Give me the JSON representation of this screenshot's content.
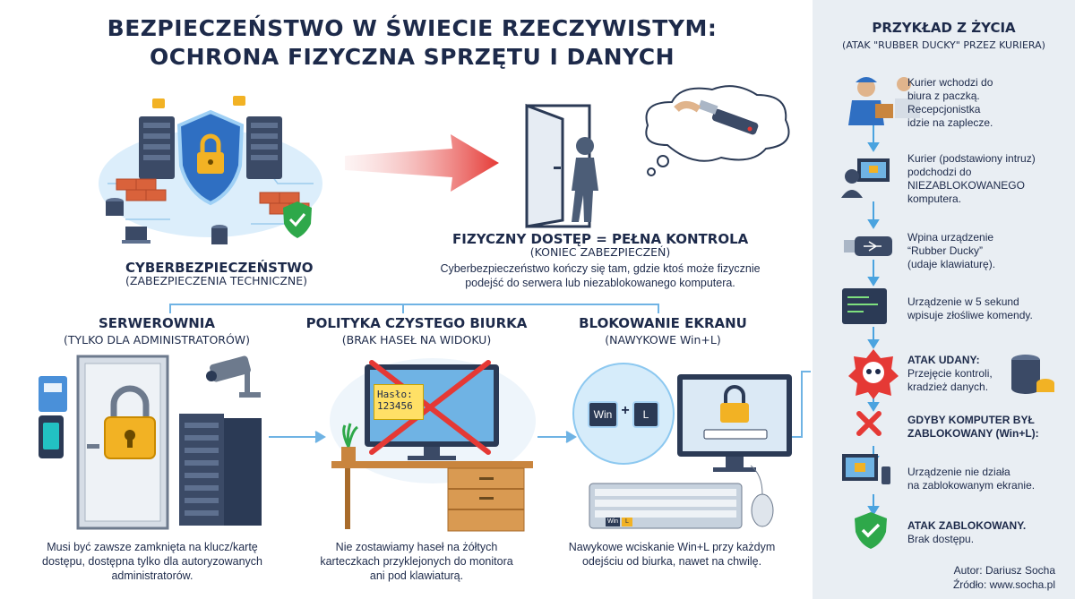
{
  "title": {
    "line1": "BEZPIECZEŃSTWO W ŚWIECIE RZECZYWISTYM:",
    "line2": "OCHRONA FIZYCZNA SPRZĘTU I DANYCH"
  },
  "cyber": {
    "heading": "CYBERBEZPIECZEŃSTWO",
    "subheading": "(ZABEZPIECZENIA TECHNICZNE)"
  },
  "physical": {
    "heading": "FIZYCZNY DOSTĘP = PEŁNA KONTROLA",
    "subheading": "(KONIEC ZABEZPIECZEŃ)",
    "text_line1": "Cyberbezpieczeństwo kończy się tam, gdzie ktoś może fizycznie",
    "text_line2": "podejść do serwera lub niezablokowanego komputera."
  },
  "columns": [
    {
      "heading": "SERWEROWNIA",
      "subheading": "(TYLKO DLA ADMINISTRATORÓW)",
      "text_line1": "Musi być zawsze zamknięta na klucz/kartę",
      "text_line2": "dostępu, dostępna tylko dla autoryzowanych",
      "text_line3": "administratorów."
    },
    {
      "heading": "POLITYKA CZYSTEGO BIURKA",
      "subheading": "(BRAK HASEŁ NA WIDOKU)",
      "note_line1": "Hasło:",
      "note_line2": "123456",
      "text_line1": "Nie zostawiamy haseł na żółtych",
      "text_line2": "karteczkach przyklejonych do monitora",
      "text_line3": "ani pod klawiaturą."
    },
    {
      "heading": "BLOKOWANIE EKRANU",
      "subheading": "(NAWYKOWE Win+L)",
      "key_win": "Win",
      "key_plus": "+",
      "key_l": "L",
      "kb_win": "Win",
      "kb_l": "L",
      "text_line1": "Nawykowe wciskanie Win+L przy każdym",
      "text_line2": "odejściu od biurka, nawet na chwilę."
    }
  ],
  "panel": {
    "title": "PRZYKŁAD Z ŻYCIA",
    "subtitle": "(ATAK \"RUBBER DUCKY\" PRZEZ KURIERA)",
    "steps": [
      {
        "l1": "Kurier wchodzi do",
        "l2": "biura z paczką.",
        "l3": "Recepcjonistka",
        "l4": "idzie na zaplecze."
      },
      {
        "l1": "Kurier (podstawiony intruz)",
        "l2": "podchodzi do",
        "l3": "NIEZABLOKOWANEGO",
        "l4": "komputera."
      },
      {
        "l1": "Wpina urządzenie",
        "l2": "“Rubber Ducky”",
        "l3": "(udaje klawiaturę)."
      },
      {
        "l1": "Urządzenie w 5 sekund",
        "l2": "wpisuje złośliwe komendy."
      },
      {
        "l1": "ATAK UDANY:",
        "l2": "Przejęcie kontroli,",
        "l3": "kradzież danych."
      },
      {
        "l1": "GDYBY KOMPUTER BYŁ",
        "l2": "ZABLOKOWANY (Win+L):"
      },
      {
        "l1": "Urządzenie nie działa",
        "l2": "na zablokowanym ekranie."
      },
      {
        "l1": "ATAK ZABLOKOWANY.",
        "l2": "Brak dostępu."
      }
    ],
    "author": "Autor: Dariusz Socha",
    "source": "Źródło: www.socha.pl"
  },
  "colors": {
    "navy": "#1d2a4a",
    "accent_blue": "#4aa3df",
    "danger_red": "#e53935",
    "success_green": "#2ea84a",
    "lock_gold": "#f2b224",
    "panel_bg": "#e9eef3"
  }
}
